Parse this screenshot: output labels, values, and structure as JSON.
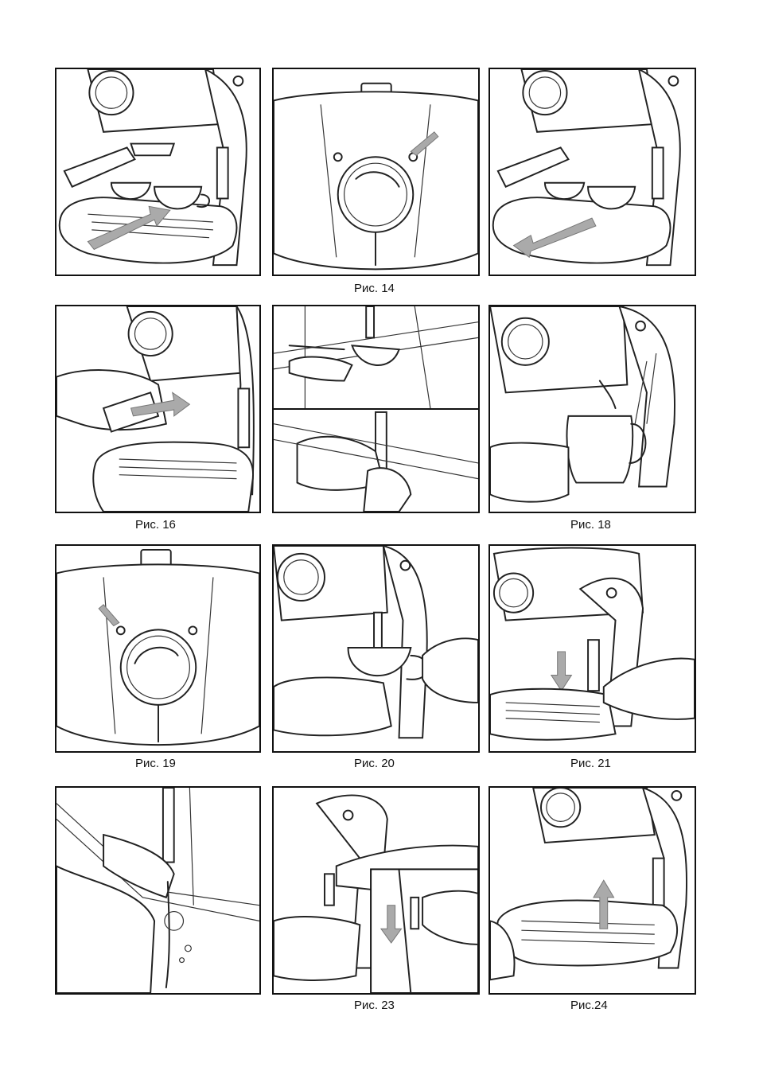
{
  "captions": {
    "fig14": "Рис. 14",
    "fig16": "Рис. 16",
    "fig18": "Рис. 18",
    "fig19": "Рис. 19",
    "fig20": "Рис. 20",
    "fig21": "Рис. 21",
    "fig23": "Рис. 23",
    "fig24": "Рис.24"
  }
}
